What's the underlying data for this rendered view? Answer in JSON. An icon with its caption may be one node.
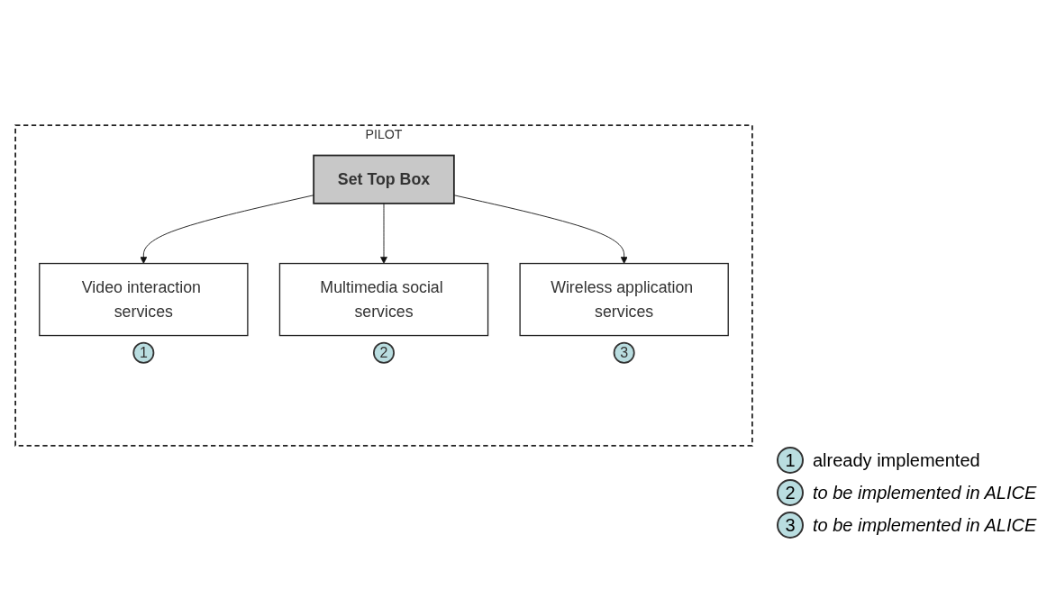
{
  "diagram": {
    "nodes": [
      {
        "text": [
          "PILOT"
        ]
      },
      {
        "text": [
          "Set Top Box"
        ],
        "in": 0
      },
      {
        "text": [
          "Video interaction services"
        ],
        "in": 0,
        "beside": [
          "1"
        ]
      },
      {
        "text": [
          "Multimedia social services"
        ],
        "in": 0,
        "beside": [
          "2"
        ]
      },
      {
        "text": [
          "Wireless application services"
        ],
        "in": 0,
        "beside": [
          "3"
        ]
      }
    ],
    "edges": [
      {
        "from": 1,
        "to": 2,
        "arrow": "to"
      },
      {
        "from": 1,
        "to": 3,
        "arrow": "to"
      },
      {
        "from": 1,
        "to": 4,
        "arrow": "to"
      }
    ],
    "labels": [
      "1",
      "2",
      "3"
    ],
    "legend": [
      {
        "text": "already implemented"
      },
      {
        "text": "to be implemented in ALICE"
      },
      {
        "text": "to be implemented in ALICE"
      }
    ]
  }
}
